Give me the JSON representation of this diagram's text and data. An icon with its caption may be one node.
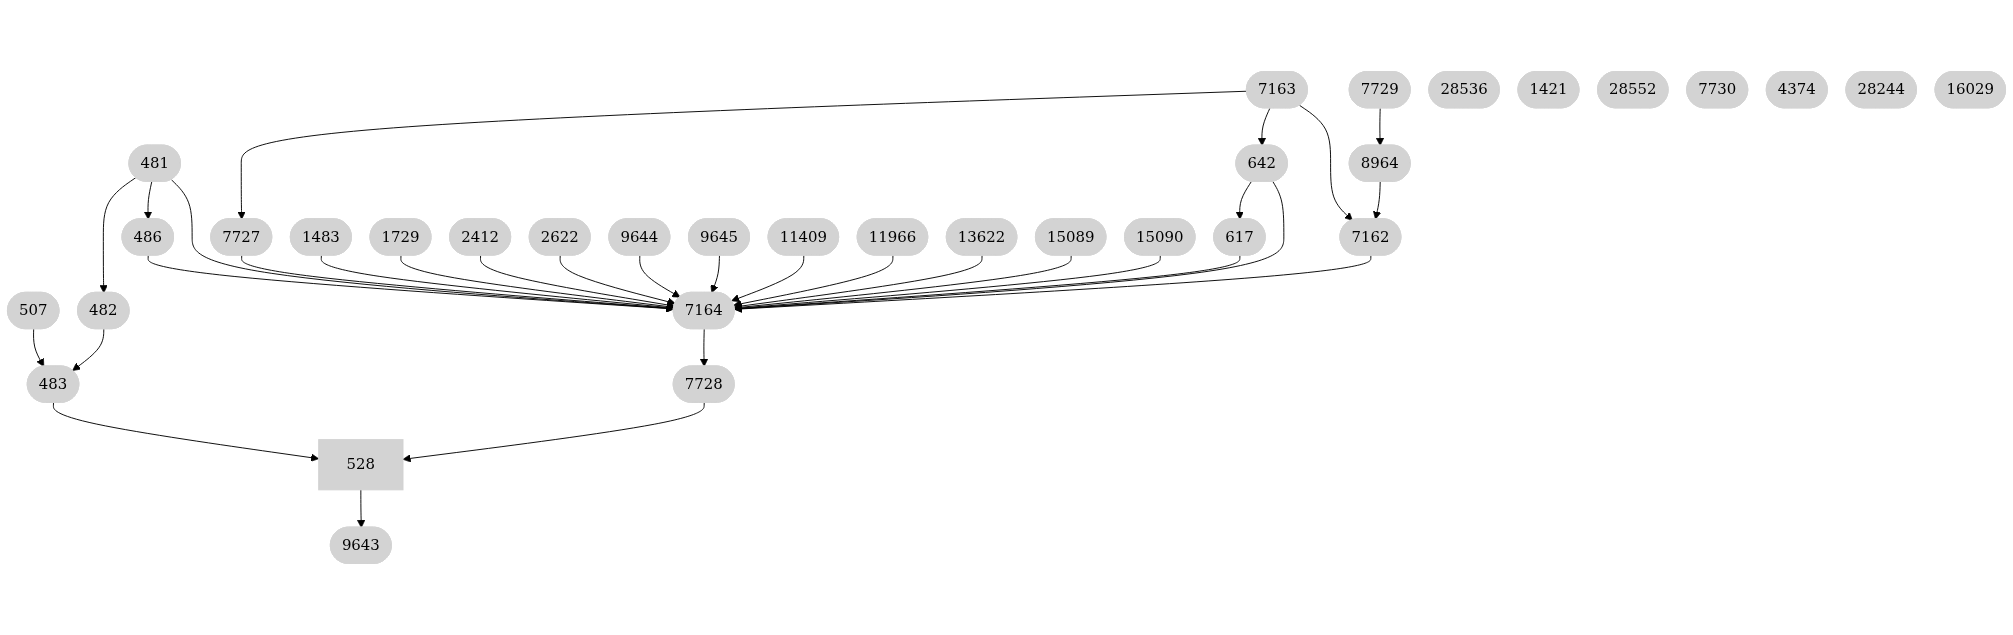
{
  "diagram": {
    "nodes": [
      {
        "text": [
          "7163"
        ]
      },
      {
        "text": [
          "7729"
        ]
      },
      {
        "text": [
          "28536"
        ]
      },
      {
        "text": [
          "1421"
        ]
      },
      {
        "text": [
          "28552"
        ]
      },
      {
        "text": [
          "7730"
        ]
      },
      {
        "text": [
          "4374"
        ]
      },
      {
        "text": [
          "28244"
        ]
      },
      {
        "text": [
          "16029"
        ]
      },
      {
        "text": [
          "481"
        ]
      },
      {
        "text": [
          "7727"
        ]
      },
      {
        "text": [
          "642"
        ]
      },
      {
        "text": [
          "8964"
        ]
      },
      {
        "text": [
          "507"
        ]
      },
      {
        "text": [
          "482"
        ]
      },
      {
        "text": [
          "486"
        ]
      },
      {
        "text": [
          "617"
        ]
      },
      {
        "text": [
          "7162"
        ]
      },
      {
        "text": [
          "1483"
        ]
      },
      {
        "text": [
          "1729"
        ]
      },
      {
        "text": [
          "2412"
        ]
      },
      {
        "text": [
          "2622"
        ]
      },
      {
        "text": [
          "9644"
        ]
      },
      {
        "text": [
          "9645"
        ]
      },
      {
        "text": [
          "11409"
        ]
      },
      {
        "text": [
          "11966"
        ]
      },
      {
        "text": [
          "13622"
        ]
      },
      {
        "text": [
          "15089"
        ]
      },
      {
        "text": [
          "15090"
        ]
      },
      {
        "text": [
          "483"
        ]
      },
      {
        "text": [
          "7164"
        ]
      },
      {
        "text": [
          "7728"
        ]
      },
      {
        "text": [
          "528"
        ]
      },
      {
        "text": [
          "9643"
        ]
      }
    ],
    "edges": [
      {
        "from": 0,
        "to": 10,
        "arrow": "to"
      },
      {
        "from": 0,
        "to": 11,
        "arrow": "to"
      },
      {
        "from": 0,
        "to": 17,
        "arrow": "to"
      },
      {
        "from": 1,
        "to": 12,
        "arrow": "to"
      },
      {
        "from": 12,
        "to": 17,
        "arrow": "to"
      },
      {
        "from": 9,
        "to": 14,
        "arrow": "to"
      },
      {
        "from": 9,
        "to": 15,
        "arrow": "to"
      },
      {
        "from": 9,
        "to": 30,
        "arrow": "to"
      },
      {
        "from": 10,
        "to": 30,
        "arrow": "to"
      },
      {
        "from": 11,
        "to": 16,
        "arrow": "to"
      },
      {
        "from": 11,
        "to": 30,
        "arrow": "to"
      },
      {
        "from": 13,
        "to": 29,
        "arrow": "to"
      },
      {
        "from": 14,
        "to": 29,
        "arrow": "to"
      },
      {
        "from": 15,
        "to": 30,
        "arrow": "to"
      },
      {
        "from": 16,
        "to": 30,
        "arrow": "to"
      },
      {
        "from": 17,
        "to": 30,
        "arrow": "to"
      },
      {
        "from": 18,
        "to": 30,
        "arrow": "to"
      },
      {
        "from": 19,
        "to": 30,
        "arrow": "to"
      },
      {
        "from": 20,
        "to": 30,
        "arrow": "to"
      },
      {
        "from": 21,
        "to": 30,
        "arrow": "to"
      },
      {
        "from": 22,
        "to": 30,
        "arrow": "to"
      },
      {
        "from": 23,
        "to": 30,
        "arrow": "to"
      },
      {
        "from": 24,
        "to": 30,
        "arrow": "to"
      },
      {
        "from": 25,
        "to": 30,
        "arrow": "to"
      },
      {
        "from": 26,
        "to": 30,
        "arrow": "to"
      },
      {
        "from": 27,
        "to": 30,
        "arrow": "to"
      },
      {
        "from": 28,
        "to": 30,
        "arrow": "to"
      },
      {
        "from": 29,
        "to": 32,
        "arrow": "to"
      },
      {
        "from": 30,
        "to": 31,
        "arrow": "to"
      },
      {
        "from": 31,
        "to": 32,
        "arrow": "to"
      },
      {
        "from": 32,
        "to": 33,
        "arrow": "to"
      }
    ]
  }
}
